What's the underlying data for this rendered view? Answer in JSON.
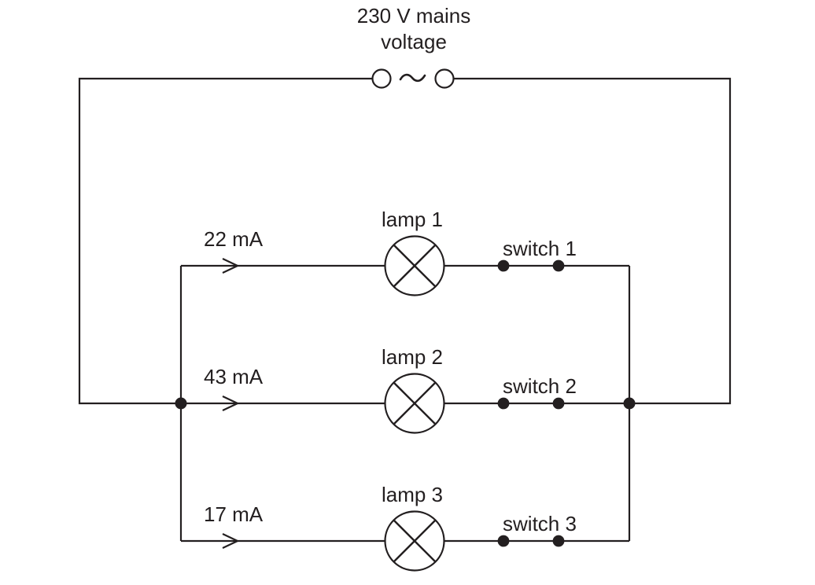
{
  "circuit": {
    "type": "parallel-lamp-circuit-diagram",
    "line_color": "#231f20",
    "background_color": "#ffffff",
    "source": {
      "symbol": "ac-source-two-terminals-with-tilde",
      "label_line1": "230 V mains",
      "label_line2": "voltage"
    },
    "branches": [
      {
        "current": "22 mA",
        "lamp_label": "lamp 1",
        "switch_label": "switch 1",
        "switch_state": "closed"
      },
      {
        "current": "43 mA",
        "lamp_label": "lamp 2",
        "switch_label": "switch 2",
        "switch_state": "closed"
      },
      {
        "current": "17 mA",
        "lamp_label": "lamp 3",
        "switch_label": "switch 3",
        "switch_state": "closed"
      }
    ]
  }
}
